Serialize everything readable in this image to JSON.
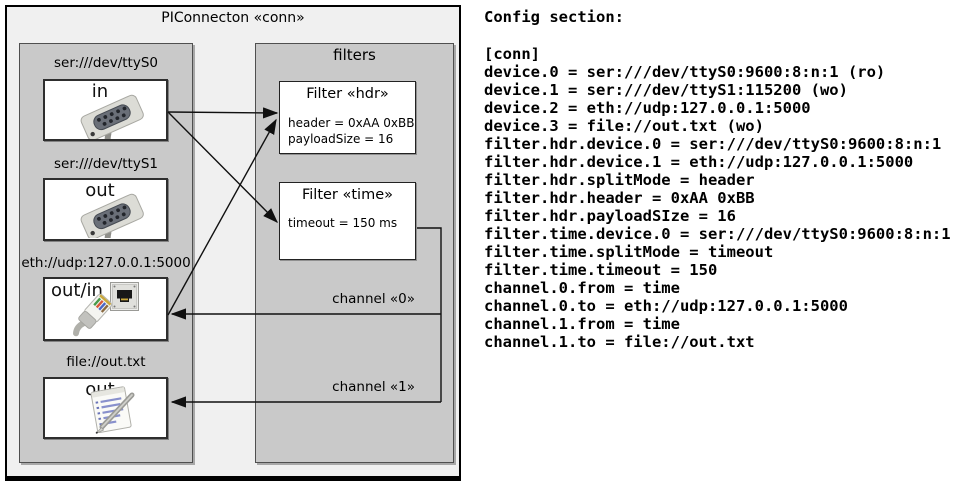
{
  "diagram": {
    "title": "PIConnecton «conn»",
    "devices_panel": {
      "devices": [
        {
          "label": "ser:///dev/ttyS0",
          "direction": "in",
          "icon": "serial-connector-icon"
        },
        {
          "label": "ser:///dev/ttyS1",
          "direction": "out",
          "icon": "serial-connector-icon"
        },
        {
          "label": "eth://udp:127.0.0.1:5000",
          "direction": "out/in",
          "icon": "ethernet-port-icon ethernet-cable-icon"
        },
        {
          "label": "file://out.txt",
          "direction": "out",
          "icon": "notepad-pen-icon"
        }
      ]
    },
    "filters_panel": {
      "title": "filters",
      "filters": [
        {
          "title": "Filter «hdr»",
          "properties": [
            "header = 0xAA 0xBB",
            "payloadSize = 16"
          ]
        },
        {
          "title": "Filter «time»",
          "properties": [
            "timeout = 150 ms"
          ]
        }
      ],
      "channels": [
        {
          "label": "channel «0»"
        },
        {
          "label": "channel «1»"
        }
      ]
    }
  },
  "config": {
    "heading": "Config section:",
    "lines": [
      "[conn]",
      "device.0 = ser:///dev/ttyS0:9600:8:n:1 (ro)",
      "device.1 = ser:///dev/ttyS1:115200 (wo)",
      "device.2 = eth://udp:127.0.0.1:5000",
      "device.3 = file://out.txt (wo)",
      "filter.hdr.device.0 = ser:///dev/ttyS0:9600:8:n:1",
      "filter.hdr.device.1 = eth://udp:127.0.0.1:5000",
      "filter.hdr.splitMode = header",
      "filter.hdr.header = 0xAA 0xBB",
      "filter.hdr.payloadSIze = 16",
      "filter.time.device.0 = ser:///dev/ttyS0:9600:8:n:1",
      "filter.time.splitMode = timeout",
      "filter.time.timeout = 150",
      "channel.0.from = time",
      "channel.0.to = eth://udp:127.0.0.1:5000",
      "channel.1.from = time",
      "channel.1.to = file://out.txt"
    ]
  },
  "colors": {
    "outer_bg": "#f0f0f0",
    "panel_bg": "#c9c9c9",
    "box_bg": "#ffffff",
    "wire": "#101010"
  }
}
